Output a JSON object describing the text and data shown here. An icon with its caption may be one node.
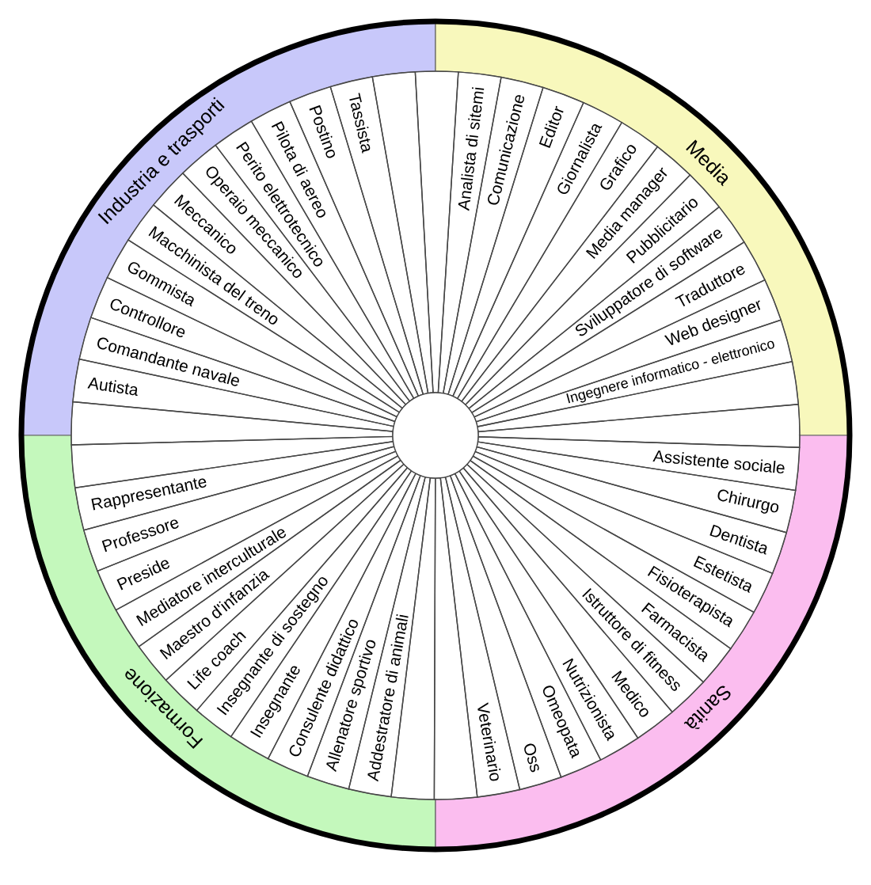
{
  "diagram": {
    "nodes": [
      {
        "text": [
          "Industria e trasporti"
        ]
      },
      {
        "text": [
          "Media"
        ]
      },
      {
        "text": [
          "Formazione"
        ]
      },
      {
        "text": [
          "Sanità"
        ]
      },
      {
        "text": [],
        "shape": "wedge"
      },
      {
        "text": [
          "Analista di sitemi"
        ]
      },
      {
        "text": [
          "Comunicazione"
        ]
      },
      {
        "text": [
          "Editor"
        ]
      },
      {
        "text": [
          "Giornalista"
        ]
      },
      {
        "text": [
          "Grafico"
        ]
      },
      {
        "text": [
          "Media manager"
        ]
      },
      {
        "text": [
          "Pubblicitario"
        ]
      },
      {
        "text": [
          "Sviluppatore di software"
        ]
      },
      {
        "text": [
          "Traduttore"
        ]
      },
      {
        "text": [
          "Web designer"
        ]
      },
      {
        "text": [
          "Ingegnere informatico - elettronico"
        ]
      },
      {
        "text": [],
        "shape": "wedge"
      },
      {
        "text": [],
        "shape": "wedge"
      },
      {
        "text": [
          "Assistente sociale"
        ]
      },
      {
        "text": [
          "Chirurgo"
        ]
      },
      {
        "text": [
          "Dentista"
        ]
      },
      {
        "text": [
          "Estetista"
        ]
      },
      {
        "text": [
          "Fisioterapista"
        ]
      },
      {
        "text": [
          "Farmacista"
        ]
      },
      {
        "text": [
          "Istruttore di fitness"
        ]
      },
      {
        "text": [
          "Medico"
        ]
      },
      {
        "text": [
          "Nutrizionista"
        ]
      },
      {
        "text": [
          "Omeopata"
        ]
      },
      {
        "text": [
          "Oss"
        ]
      },
      {
        "text": [
          "Veterinario"
        ]
      },
      {
        "text": [],
        "shape": "wedge"
      },
      {
        "text": [],
        "shape": "wedge"
      },
      {
        "text": [
          "Addestratore di animali"
        ]
      },
      {
        "text": [
          "Allenatore sportivo"
        ]
      },
      {
        "text": [
          "Consulente didattico"
        ]
      },
      {
        "text": [
          "Insegnante"
        ]
      },
      {
        "text": [
          "Insegnante di sostegno"
        ]
      },
      {
        "text": [
          "Life coach"
        ]
      },
      {
        "text": [
          "Maestro d'infanzia"
        ]
      },
      {
        "text": [
          "Mediatore interculturale"
        ]
      },
      {
        "text": [
          "Preside"
        ]
      },
      {
        "text": [
          "Professore"
        ]
      },
      {
        "text": [
          "Rappresentante"
        ]
      },
      {
        "text": [],
        "shape": "wedge"
      },
      {
        "text": [],
        "shape": "wedge"
      },
      {
        "text": [
          "Autista"
        ]
      },
      {
        "text": [
          "Comandante navale"
        ]
      },
      {
        "text": [
          "Controllore"
        ]
      },
      {
        "text": [
          "Gommista"
        ]
      },
      {
        "text": [
          "Macchinista del treno"
        ]
      },
      {
        "text": [
          "Meccanico"
        ]
      },
      {
        "text": [
          "Operaio meccanico"
        ]
      },
      {
        "text": [
          "Perito elettrotecnico"
        ]
      },
      {
        "text": [
          "Pilota di aereo"
        ]
      },
      {
        "text": [
          "Postino"
        ]
      },
      {
        "text": [
          "Tassista"
        ]
      },
      {
        "text": [],
        "shape": "wedge"
      }
    ]
  }
}
